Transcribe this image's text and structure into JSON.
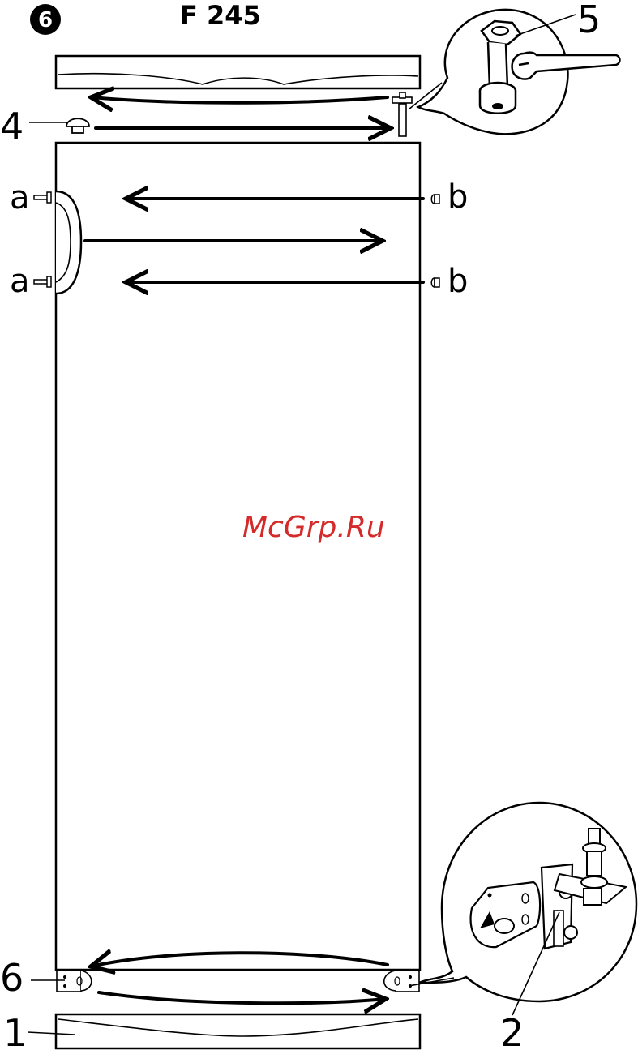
{
  "figure": {
    "step_number": "6",
    "model": "F 245",
    "watermark": "McGrp.Ru"
  },
  "callouts": {
    "top_cover_pin_cap": "4",
    "hinge_pin_detail": "5",
    "bottom_hinge": "6",
    "base_grille": "1",
    "hinge_bracket_detail": "2"
  },
  "handle_screws": {
    "left_upper": "a",
    "left_lower": "a",
    "right_upper": "b",
    "right_lower": "b"
  }
}
